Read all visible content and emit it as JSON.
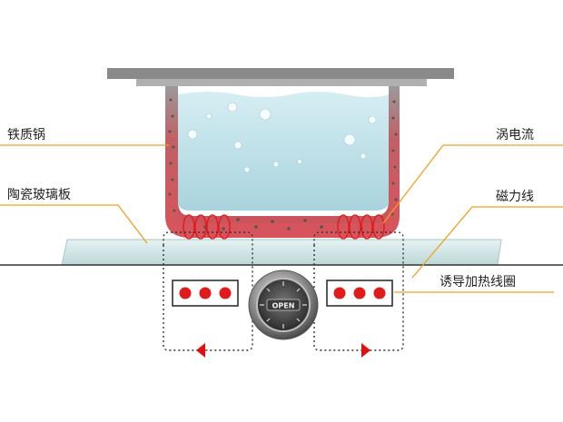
{
  "labels": {
    "pot": "铁质锅",
    "glass_plate": "陶瓷玻璃板",
    "eddy_current": "涡电流",
    "magnetic_lines": "磁力线",
    "induction_coil": "诱导加热线圈"
  },
  "knob": {
    "text": "OPEN"
  },
  "colors": {
    "pot_wall": "#d9535b",
    "pot_rim": "#8a8a8a",
    "water": "#b7dde6",
    "glass": "#cfe3e3",
    "leader_line": "#f0a020",
    "coil_dot": "#e11b1b",
    "arrow": "#e01010"
  }
}
